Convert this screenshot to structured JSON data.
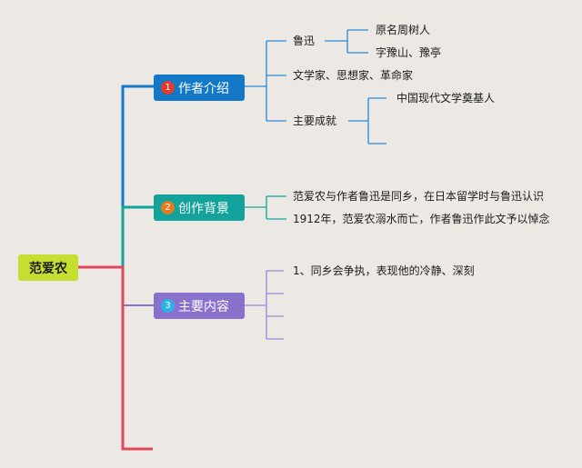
{
  "root": {
    "label": "范爱农"
  },
  "branches": [
    {
      "label": "作者介绍",
      "badge": "1",
      "color": "#1478c8",
      "children": [
        {
          "label": "鲁迅",
          "children": [
            "原名周树人",
            "字豫山、豫亭"
          ]
        },
        {
          "label": "文学家、思想家、革命家"
        },
        {
          "label": "主要成就",
          "children": [
            "中国现代文学奠基人",
            ""
          ]
        }
      ]
    },
    {
      "label": "创作背景",
      "badge": "2",
      "color": "#13a39c",
      "children": [
        {
          "label": "范爱农与作者鲁迅是同乡，在日本留学时与鲁迅认识"
        },
        {
          "label": "1912年，范爱农溺水而亡，作者鲁迅作此文予以悼念"
        }
      ]
    },
    {
      "label": "主要内容",
      "badge": "3",
      "color": "#8a72cc",
      "children": [
        {
          "label": "1、同乡会争执，表现他的冷静、深刻"
        },
        {
          "label": ""
        },
        {
          "label": ""
        },
        {
          "label": ""
        }
      ]
    }
  ],
  "colors": {
    "root_bg": "#c5de2f",
    "trunk_red": "#e0475d",
    "trunk_blue": "#1478c8",
    "trunk_teal": "#13a39c",
    "trunk_purple": "#8a72cc",
    "background": "#ece9e4"
  }
}
